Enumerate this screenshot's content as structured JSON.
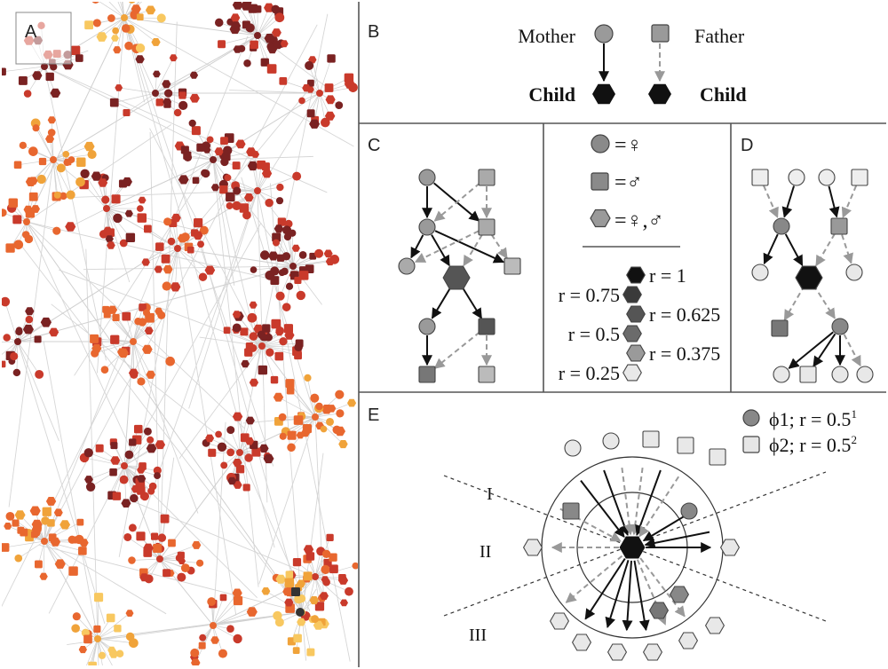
{
  "panels": {
    "a": {
      "label": "A"
    },
    "b": {
      "label": "B",
      "mother": "Mother",
      "father": "Father",
      "child_left": "Child",
      "child_right": "Child"
    },
    "c": {
      "label": "C"
    },
    "legend": {
      "female": "=♀",
      "male": "=♂",
      "both": "=♀,♂",
      "r_items": [
        {
          "text": "r = 1",
          "value": 1,
          "color": "#111111"
        },
        {
          "text": "r = 0.75",
          "value": 0.75,
          "color": "#3a3a3a"
        },
        {
          "text": "r = 0.625",
          "value": 0.625,
          "color": "#555555"
        },
        {
          "text": "r = 0.5",
          "value": 0.5,
          "color": "#6b6b6b"
        },
        {
          "text": "r = 0.375",
          "value": 0.375,
          "color": "#9a9a9a"
        },
        {
          "text": "r = 0.25",
          "value": 0.25,
          "color": "#e8e8e8"
        }
      ]
    },
    "d": {
      "label": "D"
    },
    "e": {
      "label": "E",
      "phi1": "ϕ1; r = 0.5",
      "phi1_exp": "1",
      "phi2": "ϕ2; r = 0.5",
      "phi2_exp": "2",
      "region_1": "I",
      "region_2": "II",
      "region_3": "III"
    }
  },
  "colors": {
    "dark_red": "#7a2222",
    "red": "#c93a2b",
    "orange": "#e8672f",
    "amber": "#f0a33a",
    "yellow": "#f8c860",
    "edge": "#cccccc",
    "border": "#555555"
  }
}
